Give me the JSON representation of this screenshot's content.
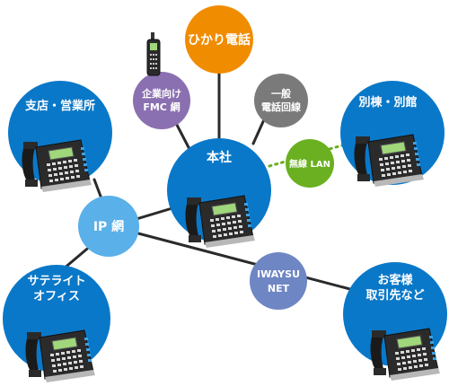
{
  "nodes": {
    "hikari": {
      "line1": "ひかり電話"
    },
    "ippan": {
      "line1": "一般",
      "line2": "電話回線"
    },
    "fmc": {
      "line1": "企業向け",
      "line2": "FMC 網"
    },
    "honsha": {
      "line1": "本社"
    },
    "shiten": {
      "line1": "支店・営業所"
    },
    "betsumune": {
      "line1": "別棟・別館"
    },
    "ipmo": {
      "line1": "IP 網"
    },
    "musen": {
      "line1": "無線 LAN"
    },
    "iwaysu": {
      "line1": "IWAYSU",
      "line2": "NET"
    },
    "satellite": {
      "line1": "サテライト",
      "line2": "オフィス"
    },
    "okyaku": {
      "line1": "お客様",
      "line2": "取引先など"
    }
  },
  "icons": {
    "desk_phone": "desk-phone-icon",
    "mobile_phone": "mobile-phone-icon"
  },
  "colors": {
    "blue_node": "#0a78c8",
    "ip_node": "#5ab0e8",
    "orange_node": "#f08c00",
    "purple_node": "#8a70b0",
    "gray_node": "#7a7a7a",
    "green_node": "#6ab020",
    "iwaysu_node": "#6f86c4",
    "line": "#2a2a2a",
    "wireless_line": "#6ab020"
  }
}
